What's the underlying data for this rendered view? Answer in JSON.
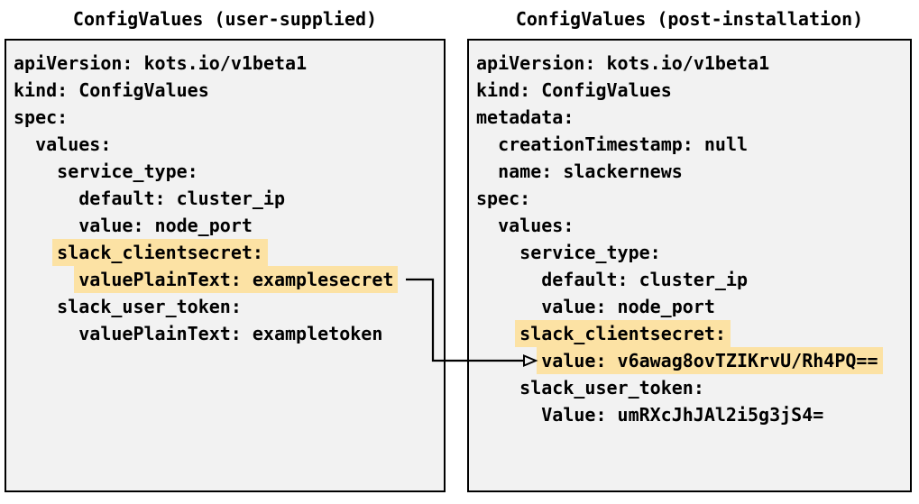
{
  "colors": {
    "panel_background": "#f2f2f2",
    "panel_border": "#000000",
    "highlight": "#fce2a4",
    "text": "#000000"
  },
  "panels": [
    {
      "title": "ConfigValues (user-supplied)",
      "lines": [
        {
          "indent": 0,
          "text": "apiVersion: kots.io/v1beta1",
          "highlight": false
        },
        {
          "indent": 0,
          "text": "kind: ConfigValues",
          "highlight": false
        },
        {
          "indent": 0,
          "text": "spec:",
          "highlight": false
        },
        {
          "indent": 1,
          "text": "values:",
          "highlight": false
        },
        {
          "indent": 2,
          "text": "service_type:",
          "highlight": false
        },
        {
          "indent": 3,
          "text": "default: cluster_ip",
          "highlight": false
        },
        {
          "indent": 3,
          "text": "value: node_port",
          "highlight": false
        },
        {
          "indent": 2,
          "text": "slack_clientsecret:",
          "highlight": true
        },
        {
          "indent": 3,
          "text": "valuePlainText: examplesecret",
          "highlight": true
        },
        {
          "indent": 2,
          "text": "slack_user_token:",
          "highlight": false
        },
        {
          "indent": 3,
          "text": "valuePlainText: exampletoken",
          "highlight": false
        }
      ]
    },
    {
      "title": "ConfigValues (post-installation)",
      "lines": [
        {
          "indent": 0,
          "text": "apiVersion: kots.io/v1beta1",
          "highlight": false
        },
        {
          "indent": 0,
          "text": "kind: ConfigValues",
          "highlight": false
        },
        {
          "indent": 0,
          "text": "metadata:",
          "highlight": false
        },
        {
          "indent": 1,
          "text": "creationTimestamp: null",
          "highlight": false
        },
        {
          "indent": 1,
          "text": "name: slackernews",
          "highlight": false
        },
        {
          "indent": 0,
          "text": "spec:",
          "highlight": false
        },
        {
          "indent": 1,
          "text": "values:",
          "highlight": false
        },
        {
          "indent": 2,
          "text": "service_type:",
          "highlight": false
        },
        {
          "indent": 3,
          "text": "default: cluster_ip",
          "highlight": false
        },
        {
          "indent": 3,
          "text": "value: node_port",
          "highlight": false
        },
        {
          "indent": 2,
          "text": "slack_clientsecret:",
          "highlight": true
        },
        {
          "indent": 3,
          "text": "value: v6awag8ovTZIKrvU/Rh4PQ==",
          "highlight": true
        },
        {
          "indent": 2,
          "text": "slack_user_token:",
          "highlight": false
        },
        {
          "indent": 3,
          "text": "Value: umRXcJhJAl2i5g3jS4=",
          "highlight": false
        }
      ]
    }
  ],
  "connector": {
    "from_text": "valuePlainText: examplesecret",
    "to_text": "value: v6awag8ovTZIKrvU/Rh4PQ=="
  }
}
